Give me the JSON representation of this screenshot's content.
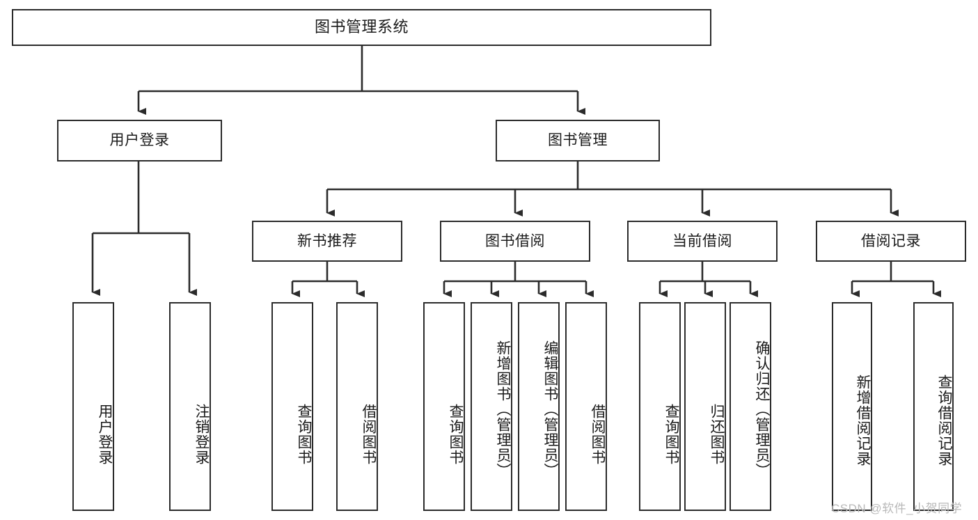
{
  "diagram": {
    "type": "tree-hierarchy",
    "title_node": {
      "label": "图书管理系统"
    },
    "level2": [
      {
        "id": "user-login",
        "label": "用户登录"
      },
      {
        "id": "book-manage",
        "label": "图书管理"
      }
    ],
    "level3": [
      {
        "id": "new-book-recommend",
        "label": "新书推荐",
        "parent": "book-manage"
      },
      {
        "id": "book-borrow",
        "label": "图书借阅",
        "parent": "book-manage"
      },
      {
        "id": "current-borrow",
        "label": "当前借阅",
        "parent": "book-manage"
      },
      {
        "id": "borrow-record",
        "label": "借阅记录",
        "parent": "book-manage"
      }
    ],
    "leaves": {
      "user_login": [
        {
          "id": "leaf-user-login",
          "label": "用户登录"
        },
        {
          "id": "leaf-logout-login",
          "label": "注销登录"
        }
      ],
      "new_book_recommend": [
        {
          "id": "leaf-query-book-1",
          "label": "查询图书"
        },
        {
          "id": "leaf-borrow-book-1",
          "label": "借阅图书"
        }
      ],
      "book_borrow": [
        {
          "id": "leaf-query-book-2",
          "label": "查询图书"
        },
        {
          "id": "leaf-add-book",
          "label": "新增图书（管理员）"
        },
        {
          "id": "leaf-edit-book",
          "label": "编辑图书（管理员）"
        },
        {
          "id": "leaf-borrow-book-2",
          "label": "借阅图书"
        }
      ],
      "current_borrow": [
        {
          "id": "leaf-query-book-3",
          "label": "查询图书"
        },
        {
          "id": "leaf-return-book",
          "label": "归还图书"
        },
        {
          "id": "leaf-confirm-return",
          "label": "确认归还（管理员）"
        }
      ],
      "borrow_record": [
        {
          "id": "leaf-add-record",
          "label": "新增借阅记录"
        },
        {
          "id": "leaf-query-record",
          "label": "查询借阅记录"
        }
      ]
    }
  },
  "watermark": {
    "text": "CSDN @软件_小贺同学"
  },
  "colors": {
    "border": "#2b2b2b",
    "background": "#ffffff",
    "text": "#1a1a1a",
    "connector": "#2b2b2b",
    "watermark": "#b9b9b9"
  }
}
